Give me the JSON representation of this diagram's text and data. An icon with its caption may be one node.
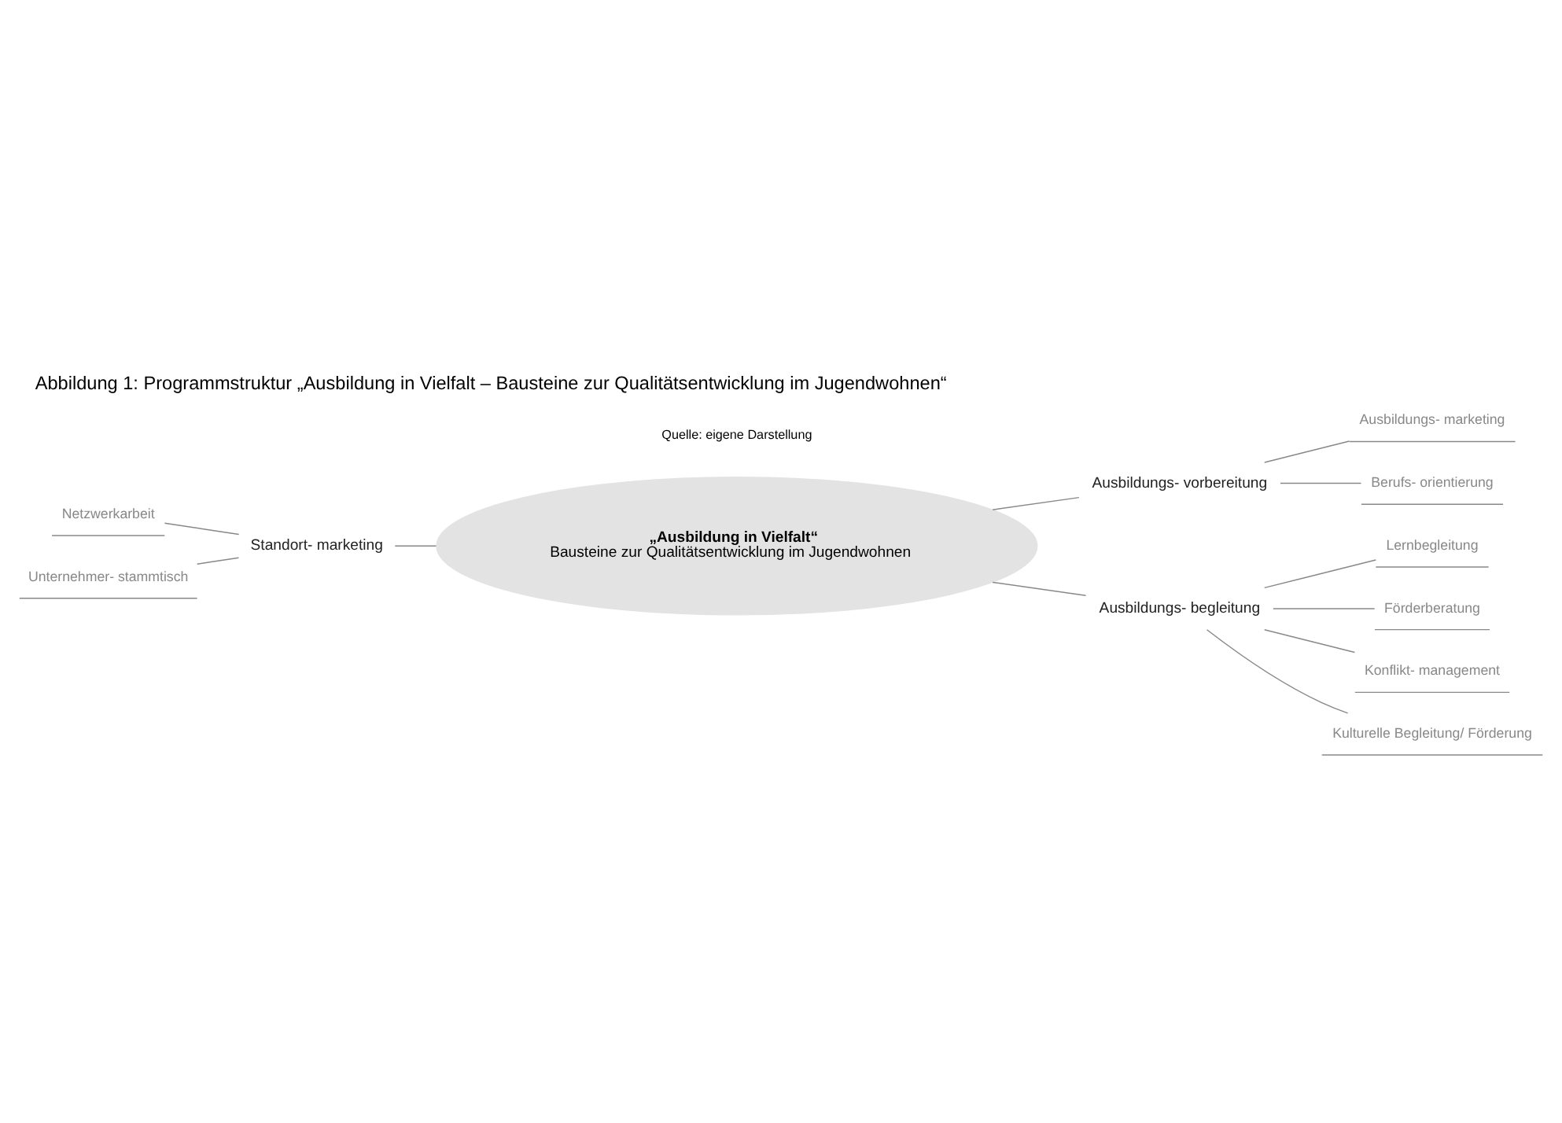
{
  "diagram": {
    "title": "Abbildung 1: Programmstruktur „Ausbildung in Vielfalt – Bausteine zur Qualitätsentwicklung im Jugendwohnen“",
    "caption": "Quelle: eigene Darstellung",
    "nodes": [
      {
        "text": [
          "„Ausbildung in Vielfalt“",
          "Bausteine zur Qualitätsentwicklung im Jugendwohnen"
        ]
      },
      {
        "text": [
          "Standort- marketing"
        ]
      },
      {
        "text": [
          "Netzwerkarbeit"
        ]
      },
      {
        "text": [
          "Unternehmer- stammtisch"
        ]
      },
      {
        "text": [
          "Ausbildungs- vorbereitung"
        ]
      },
      {
        "text": [
          "Ausbildungs- marketing"
        ]
      },
      {
        "text": [
          "Berufs- orientierung"
        ]
      },
      {
        "text": [
          "Ausbildungs- begleitung"
        ]
      },
      {
        "text": [
          "Lernbegleitung"
        ]
      },
      {
        "text": [
          "Förderberatung"
        ]
      },
      {
        "text": [
          "Konflikt- management"
        ]
      },
      {
        "text": [
          "Kulturelle Begleitung/ Förderung"
        ]
      }
    ],
    "edges": [
      {
        "from": 0,
        "to": 1,
        "arrow": "none"
      },
      {
        "from": 1,
        "to": 2,
        "arrow": "none"
      },
      {
        "from": 1,
        "to": 3,
        "arrow": "none"
      },
      {
        "from": 0,
        "to": 4,
        "arrow": "none"
      },
      {
        "from": 4,
        "to": 5,
        "arrow": "none"
      },
      {
        "from": 4,
        "to": 6,
        "arrow": "none"
      },
      {
        "from": 0,
        "to": 7,
        "arrow": "none"
      },
      {
        "from": 7,
        "to": 8,
        "arrow": "none"
      },
      {
        "from": 7,
        "to": 9,
        "arrow": "none"
      },
      {
        "from": 7,
        "to": 10,
        "arrow": "none"
      },
      {
        "from": 7,
        "to": 11,
        "arrow": "none"
      }
    ]
  }
}
